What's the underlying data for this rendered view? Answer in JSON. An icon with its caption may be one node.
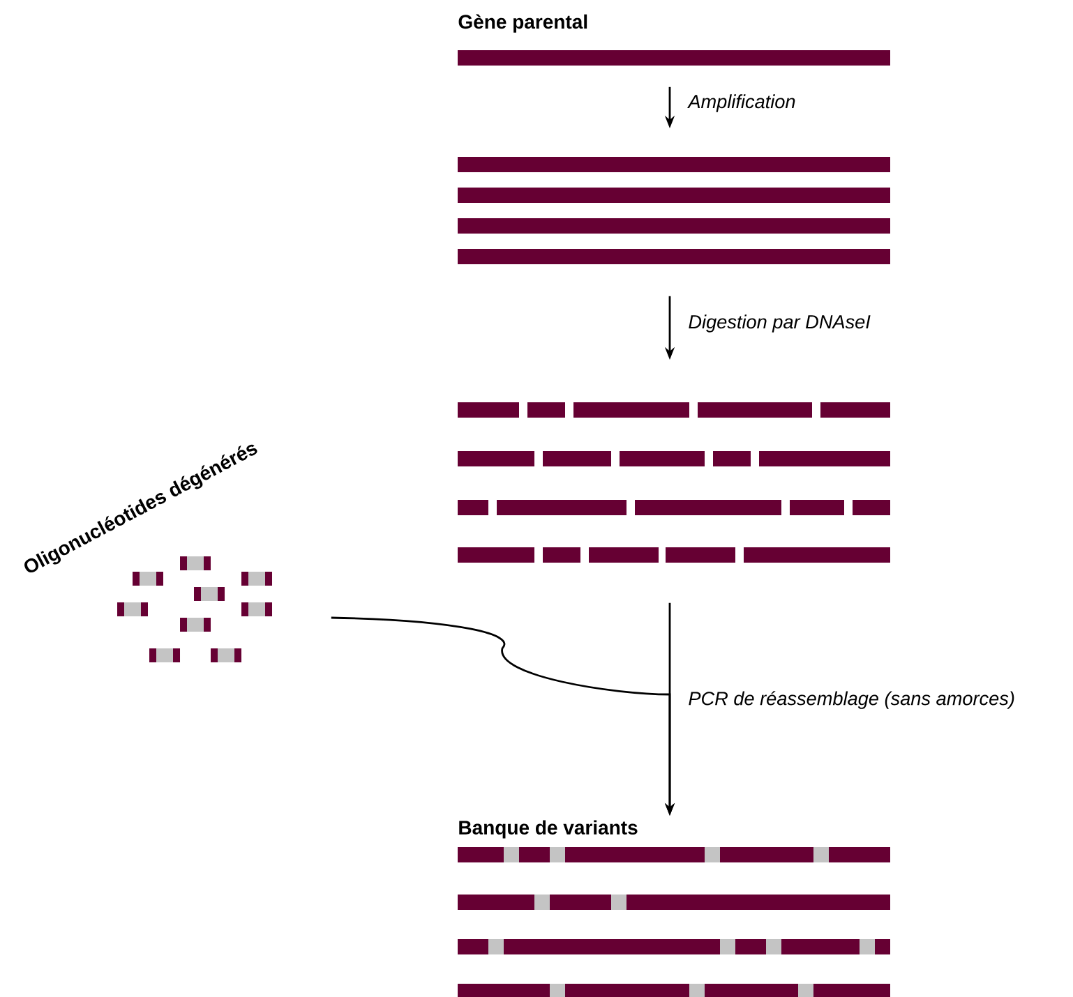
{
  "diagram": {
    "nodes": [
      {
        "text": [
          "Gène parental"
        ]
      },
      {
        "text": [],
        "shape": "bar"
      },
      {
        "text": [],
        "shape": "bar"
      },
      {
        "text": [
          "Oligonucléotides dégénérés"
        ]
      },
      {
        "text": [
          "Banque de variants"
        ]
      }
    ],
    "edges": [
      {
        "from": 0,
        "to": 1,
        "arrow": "to",
        "label": "Amplification"
      },
      {
        "from": 1,
        "to": 2,
        "arrow": "to",
        "label": "Digestion par DNAseI"
      },
      {
        "from": 2,
        "to": 4,
        "arrow": "to",
        "label": "PCR de réassemblage (sans amorces)"
      },
      {
        "from": 3,
        "to": 4,
        "arrow": "to"
      }
    ]
  }
}
